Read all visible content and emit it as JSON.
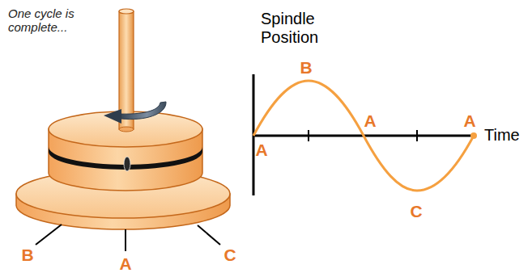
{
  "diagram": {
    "labels": [
      "One cycle is complete...",
      "Spindle Position",
      "Time",
      "B",
      "A",
      "C",
      "A",
      "B",
      "A",
      "C",
      "A"
    ]
  }
}
